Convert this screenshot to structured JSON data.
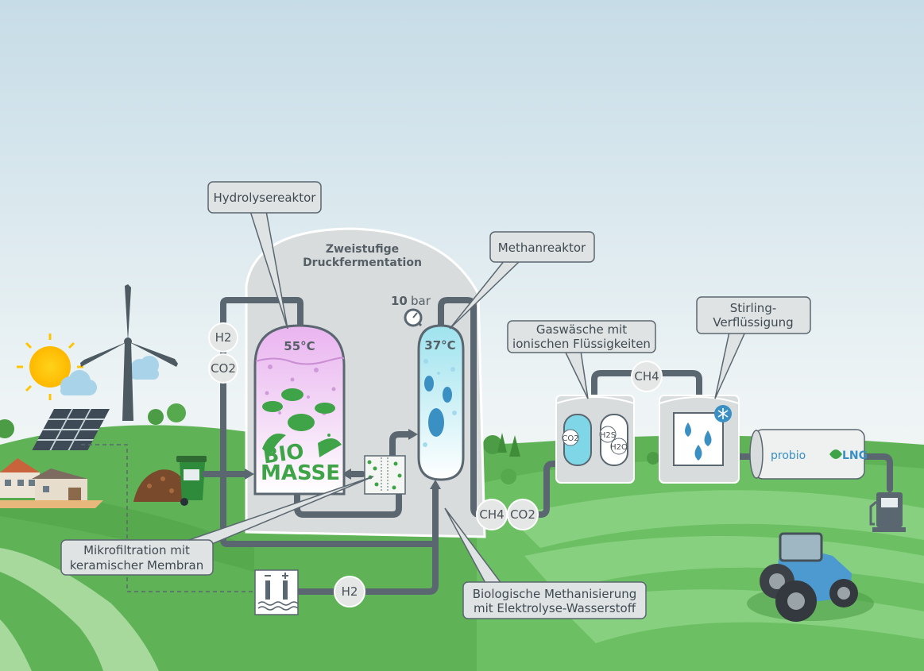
{
  "callouts": {
    "hydrolyse": "Hydrolysereaktor",
    "methanreaktor": "Methanreaktor",
    "gaswaesche_1": "Gaswäsche mit",
    "gaswaesche_2": "ionischen Flüssigkeiten",
    "stirling_1": "Stirling-",
    "stirling_2": "Verflüssigung",
    "mikro_1": "Mikrofiltration mit",
    "mikro_2": "keramischer Membran",
    "bio_1": "Biologische Methanisierung",
    "bio_2": "mit Elektrolyse-Wasserstoff"
  },
  "dome": {
    "title_1": "Zweistufige",
    "title_2": "Druckfermentation"
  },
  "reactors": {
    "hydrolyse_temp": "55°C",
    "methan_temp": "37°C",
    "pressure_value": "10",
    "pressure_unit": "bar",
    "bio_1": "BIO",
    "bio_2": "MASSE"
  },
  "gases": {
    "h2_top": "H2",
    "co2_top": "CO2",
    "ch4_out": "CH4",
    "co2_out": "CO2",
    "ch4_pipe": "CH4",
    "h2_bottom": "H2",
    "co2_wash": "CO2",
    "h2s_wash": "H2S",
    "h2o_wash": "H2O"
  },
  "brand": {
    "prefix": "probio",
    "suffix": "LNG"
  },
  "colors": {
    "pipe": "#5b6770",
    "dome": "#d9dcdd",
    "hydrolyse": "#e9b6ef",
    "methan": "#8fdce9",
    "grass": "#63b85c",
    "sky_top": "#c8dde8"
  }
}
